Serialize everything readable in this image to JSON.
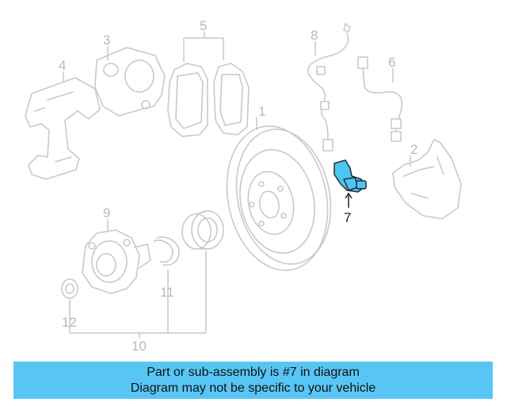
{
  "callouts": {
    "c1": "1",
    "c2": "2",
    "c3": "3",
    "c4": "4",
    "c5": "5",
    "c6": "6",
    "c7": "7",
    "c8": "8",
    "c9": "9",
    "c10": "10",
    "c11": "11",
    "c12": "12"
  },
  "highlight_color": "#4dc6f2",
  "banner_color": "#58c6f5",
  "caption": {
    "line1": "Part or sub-assembly is #7 in diagram",
    "line2": "Diagram may not be specific to your vehicle"
  }
}
